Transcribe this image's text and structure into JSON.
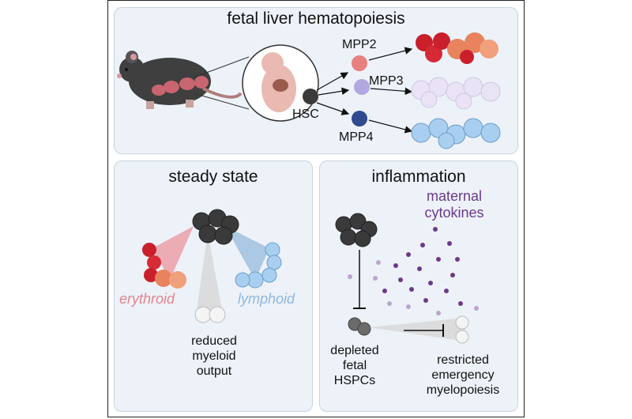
{
  "figure": {
    "top_title": "fetal liver hematopoiesis",
    "hsc": "HSC",
    "mpp2": "MPP2",
    "mpp3": "MPP3",
    "mpp4": "MPP4"
  },
  "steady": {
    "title": "steady state",
    "erythroid": "erythroid",
    "lymphoid": "lymphoid",
    "reduced_1": "reduced",
    "reduced_2": "myeloid",
    "reduced_3": "output"
  },
  "inflam": {
    "title": "inflammation",
    "maternal_1": "maternal",
    "maternal_2": "cytokines",
    "depleted_1": "depleted",
    "depleted_2": "fetal",
    "depleted_3": "HSPCs",
    "restricted_1": "restricted",
    "restricted_2": "emergency",
    "restricted_3": "myelopoiesis"
  },
  "colors": {
    "erythroid": "#e0868f",
    "lymphoid": "#8fb7dc",
    "cytokine": "#6b3a8c",
    "dark_cell": "#3a3a3a"
  }
}
